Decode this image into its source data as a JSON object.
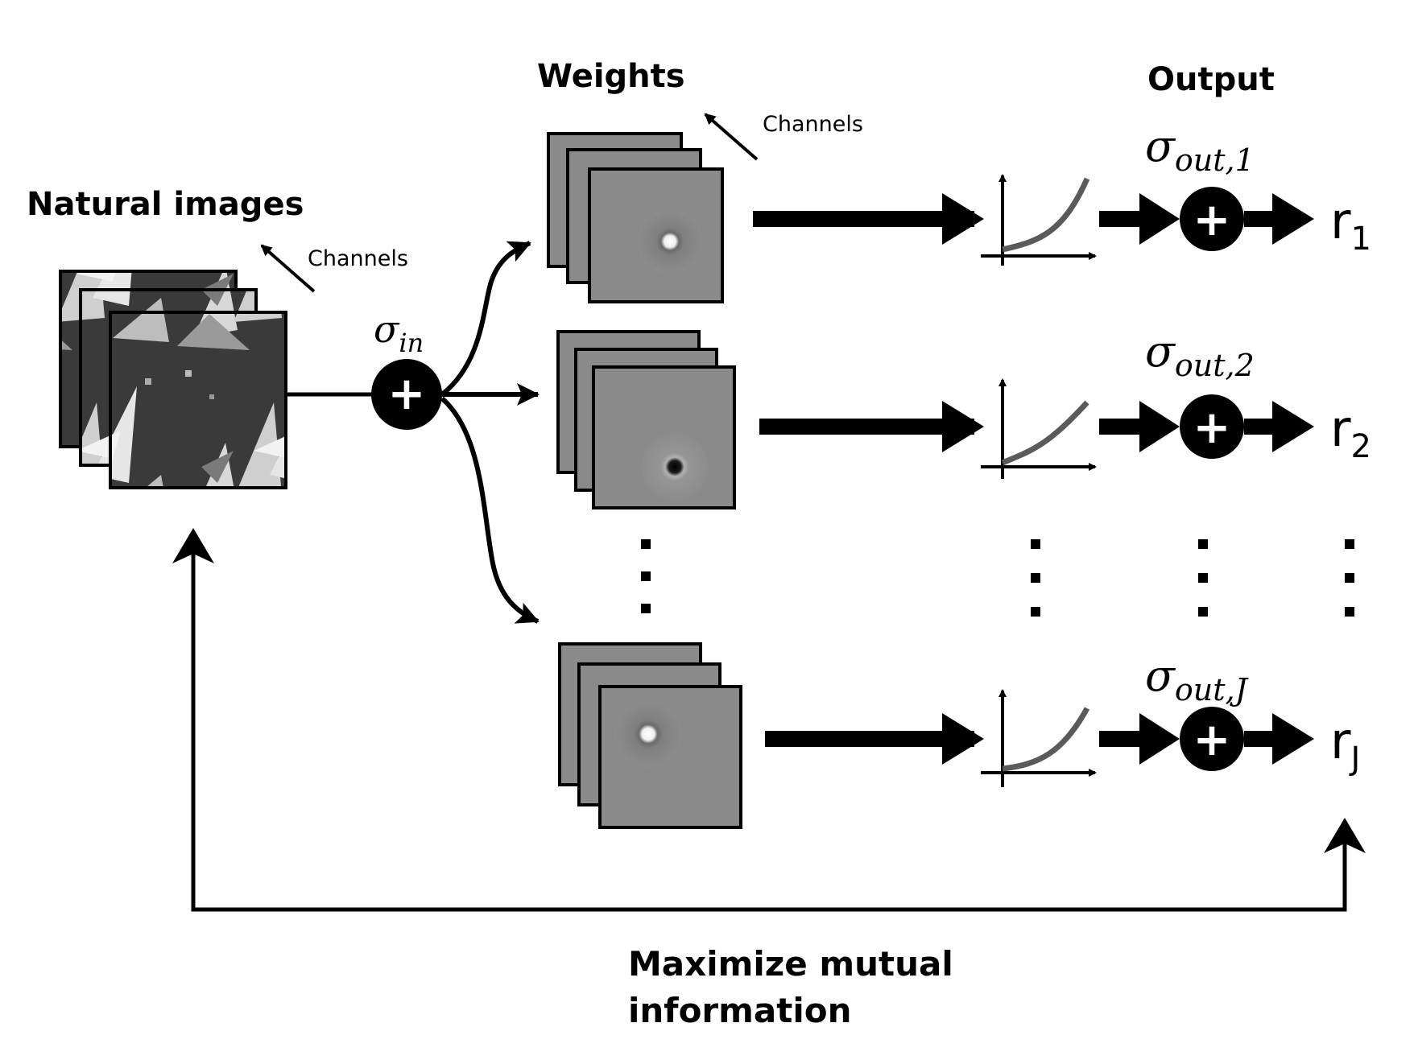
{
  "labels": {
    "natural_images": "Natural images",
    "weights": "Weights",
    "output": "Output",
    "channels_input": "Channels",
    "channels_weights": "Channels",
    "maximize_line1": "Maximize mutual",
    "maximize_line2": "information"
  },
  "sigma_in": {
    "base": "σ",
    "sub": "in"
  },
  "outputs": [
    {
      "sigma_base": "σ",
      "sigma_sub": "out,1",
      "r_base": "r",
      "r_sub": "1",
      "filter": "on-center"
    },
    {
      "sigma_base": "σ",
      "sigma_sub": "out,2",
      "r_base": "r",
      "r_sub": "2",
      "filter": "off-center"
    },
    {
      "sigma_base": "σ",
      "sigma_sub": "out,J",
      "r_base": "r",
      "r_sub": "J",
      "filter": "on-center"
    }
  ],
  "plus_symbol": "+",
  "colors": {
    "ink": "#000000",
    "filter_gray": "#8a8a8a",
    "nonlinearity_curve": "#5a5a5a"
  }
}
